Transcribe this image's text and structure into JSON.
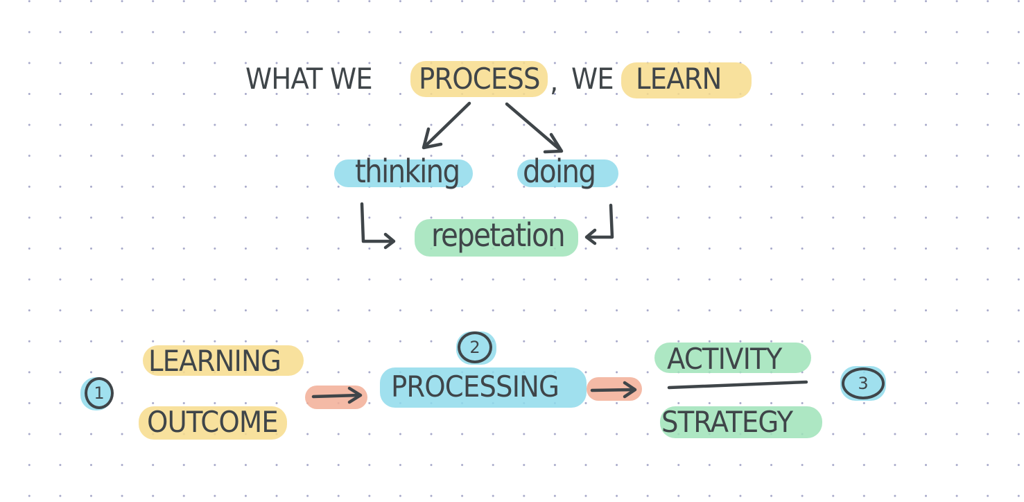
{
  "title": {
    "part1": "WHAT WE",
    "process": "PROCESS",
    "comma": ",",
    "part2": "WE",
    "learn": "LEARN"
  },
  "branches": {
    "thinking": "thinking",
    "doing": "doing",
    "repetition": "repetation"
  },
  "flow": {
    "step1_number": "1",
    "step1_line1": "LEARNING",
    "step1_line2": "OUTCOME",
    "step2_number": "2",
    "step2_label": "PROCESSING",
    "step3_number": "3",
    "step3_line1": "ACTIVITY",
    "step3_line2": "STRATEGY"
  },
  "colors": {
    "ink": "#3f4549",
    "yellow_highlight": "#f7dc8c",
    "blue_highlight": "#8fdaeb",
    "green_highlight": "#9fe3b8",
    "salmon_highlight": "#f2ae97",
    "grid_dot": "#a6a8c9"
  }
}
